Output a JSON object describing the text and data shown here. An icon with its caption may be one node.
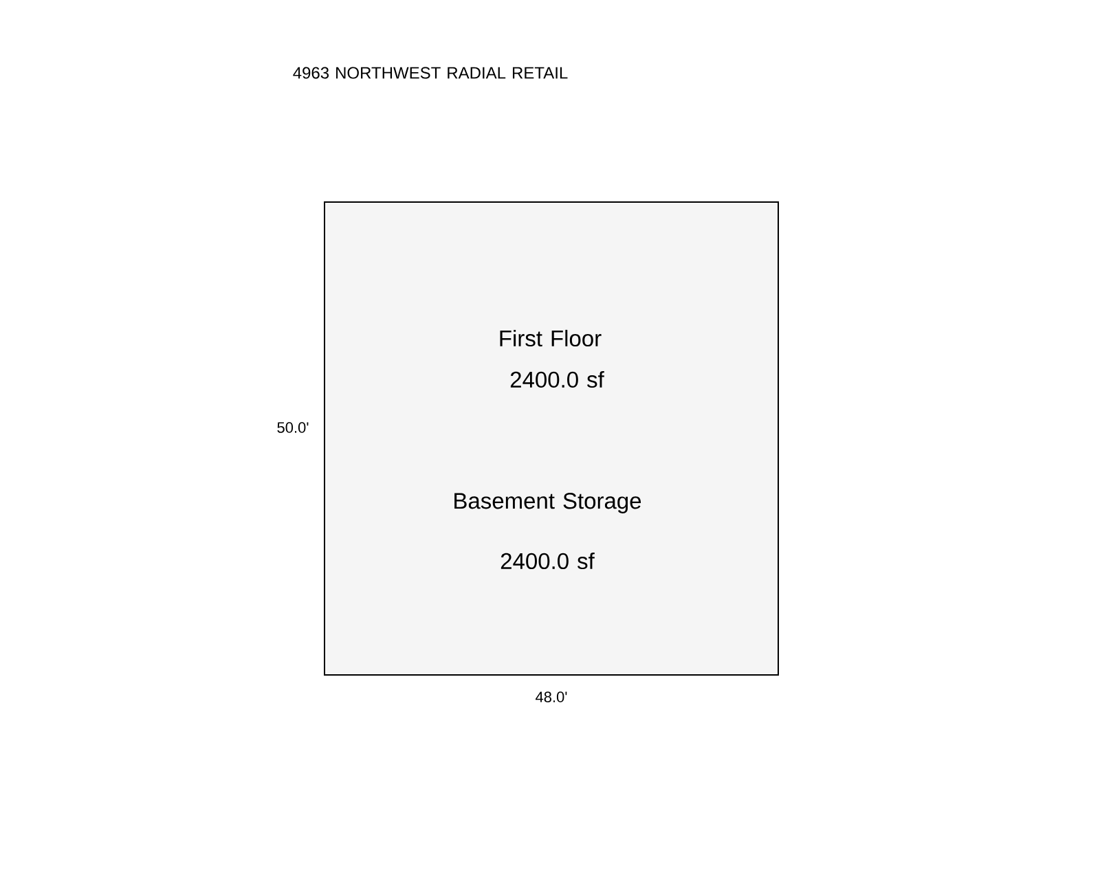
{
  "diagram": {
    "title": "4963 NORTHWEST RADIAL RETAIL",
    "nodes": [
      {
        "text": [
          "First Floor",
          "2400.0 sf",
          "Basement Storage",
          "2400.0 sf"
        ]
      }
    ],
    "labels": [
      "50.0'",
      "48.0'"
    ]
  }
}
